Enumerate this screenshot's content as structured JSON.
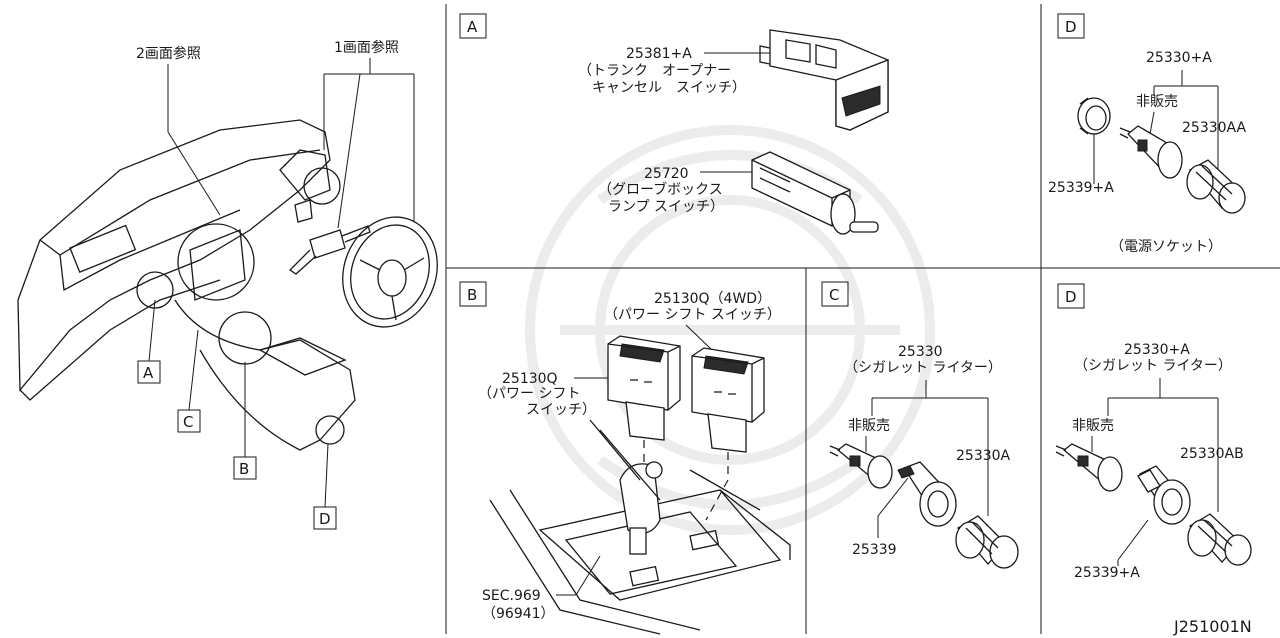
{
  "main_view": {
    "ref_screen2": "2画面参照",
    "ref_screen1": "1画面参照",
    "callouts": [
      "A",
      "C",
      "B",
      "D"
    ]
  },
  "panel_a": {
    "letter": "A",
    "trunk_switch": {
      "part_no": "25381+A",
      "desc_line1": "（トランク　オープナー",
      "desc_line2": "キャンセル　スイッチ）"
    },
    "glove_switch": {
      "part_no": "25720",
      "desc_line1": "（グローブボックス",
      "desc_line2": "ランプ スイッチ）"
    }
  },
  "panel_b": {
    "letter": "B",
    "power_shift_4wd": {
      "part_no": "25130Q（4WD）",
      "desc": "（パワー シフト スイッチ）"
    },
    "power_shift": {
      "part_no": "25130Q",
      "desc_line1": "（パワー シフト",
      "desc_line2": "スイッチ）"
    },
    "section_ref": {
      "line1": "SEC.969",
      "line2": "（96941）"
    }
  },
  "panel_c": {
    "letter": "C",
    "lighter": {
      "part_no": "25330",
      "desc": "（シガレット ライター）"
    },
    "not_for_sale": "非販売",
    "knob_part": "25330A",
    "socket_part": "25339"
  },
  "panel_d_top": {
    "letter": "D",
    "part_no": "25330+A",
    "not_for_sale": "非販売",
    "knob_part": "25330AA",
    "ring_part": "25339+A",
    "caption": "（電源ソケット）"
  },
  "panel_d_bottom": {
    "letter": "D",
    "part_no": "25330+A",
    "desc": "（シガレット ライター）",
    "not_for_sale": "非販売",
    "knob_part": "25330AB",
    "ring_part": "25339+A"
  },
  "diagram_code": "J251001N"
}
